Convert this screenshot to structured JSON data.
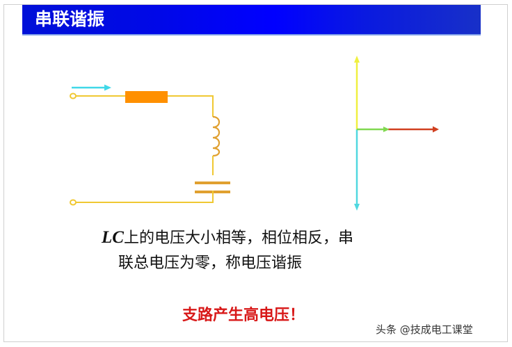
{
  "slide": {
    "title": "串联谐振",
    "caption": {
      "line1_prefix": "LC",
      "line1_rest": "上的电压大小相等，相位相反，串",
      "line2": "联总电压为零，称电压谐振"
    },
    "warning": "支路产生高电压！",
    "watermark": "头条 @技成电工课堂"
  },
  "colors": {
    "title_bar": "#0000ff",
    "title_text": "#ffffff",
    "wire": "#f0c832",
    "resistor": "#ff9000",
    "inductor": "#e0a030",
    "capacitor": "#e0a030",
    "current_arrow": "#40d8e8",
    "phasor_uL": "#f0f040",
    "phasor_uC": "#50d8e0",
    "phasor_I": "#80d850",
    "phasor_U": "#d04020",
    "warning_text": "#d81818"
  },
  "circuit": {
    "components": [
      "current-arrow",
      "resistor",
      "inductor",
      "capacitor",
      "input-terminal-top",
      "input-terminal-bottom"
    ]
  },
  "phasor_diagram": {
    "vectors": [
      {
        "name": "inductor-voltage",
        "direction": "up"
      },
      {
        "name": "capacitor-voltage",
        "direction": "down"
      },
      {
        "name": "current",
        "direction": "right"
      },
      {
        "name": "total-voltage",
        "direction": "right"
      }
    ]
  }
}
